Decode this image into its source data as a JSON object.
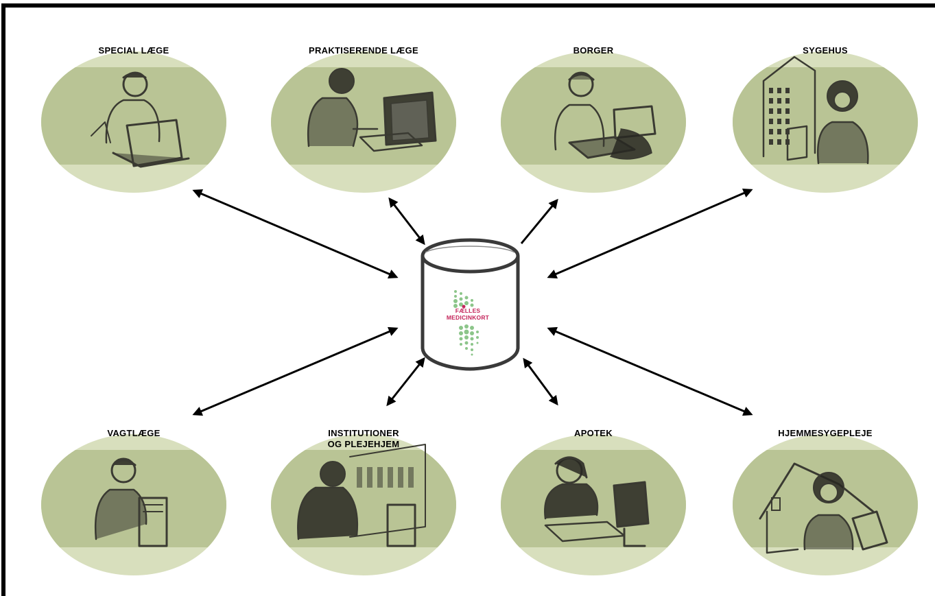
{
  "center": {
    "logo_line1": "FÆLLES",
    "logo_line2": "MEDICINKORT"
  },
  "nodes": [
    {
      "id": "special-laege",
      "label_lines": [
        "SPECIAL LÆGE"
      ],
      "icon": "person-laptop-icon"
    },
    {
      "id": "praktiserende-laege",
      "label_lines": [
        "PRAKTISERENDE LÆGE"
      ],
      "icon": "person-desktop-computer-icon"
    },
    {
      "id": "borger",
      "label_lines": [
        "BORGER"
      ],
      "icon": "citizen-laptop-icon"
    },
    {
      "id": "sygehus",
      "label_lines": [
        "SYGEHUS"
      ],
      "icon": "hospital-building-icon"
    },
    {
      "id": "vagtlaege",
      "label_lines": [
        "VAGTLÆGE"
      ],
      "icon": "person-server-icon"
    },
    {
      "id": "institutioner",
      "label_lines": [
        "INSTITUTIONER",
        "OG PLEJEHJEM"
      ],
      "icon": "nursing-home-icon"
    },
    {
      "id": "apotek",
      "label_lines": [
        "APOTEK"
      ],
      "icon": "pharmacist-computer-icon"
    },
    {
      "id": "hjemmesygepleje",
      "label_lines": [
        "HJEMMESYGEPLEJE"
      ],
      "icon": "home-nurse-pda-icon"
    }
  ],
  "colors": {
    "circle_light": "#d8dfbd",
    "circle_band": "#b9c495",
    "sketch": "#3a3a32",
    "logo_dots": "#8cc58a",
    "logo_text": "#c4245a",
    "arrow": "#000000"
  }
}
